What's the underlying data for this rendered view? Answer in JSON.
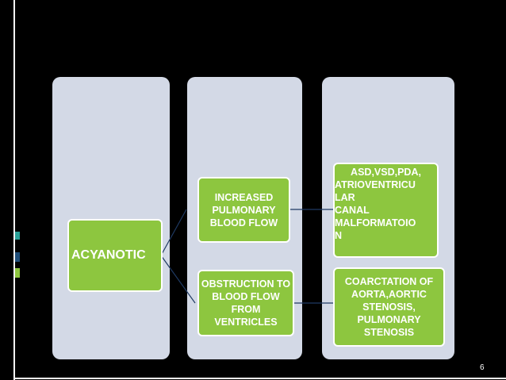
{
  "diagram": {
    "root": {
      "label": "ACYANOTIC"
    },
    "level2": [
      {
        "label": "INCREASED PULMONARY BLOOD FLOW"
      },
      {
        "label": "OBSTRUCTION TO BLOOD FLOW FROM VENTRICLES"
      }
    ],
    "level3": [
      {
        "lines": [
          "ASD,VSD,PDA,",
          "ATRIOVENTRICU",
          "LAR",
          "CANAL",
          "MALFORMATOIO",
          "N"
        ]
      },
      {
        "label": "COARCTATION OF AORTA,AORTIC STENOSIS, PULMONARY STENOSIS"
      }
    ]
  },
  "footer": {
    "page_number": "6"
  },
  "colors": {
    "background": "#000000",
    "node_fill": "#8dc63f",
    "column_fill": "#d3d9e6",
    "connector": "#1f3a63",
    "accent_teal": "#2aa198",
    "accent_green": "#8dc63f"
  }
}
